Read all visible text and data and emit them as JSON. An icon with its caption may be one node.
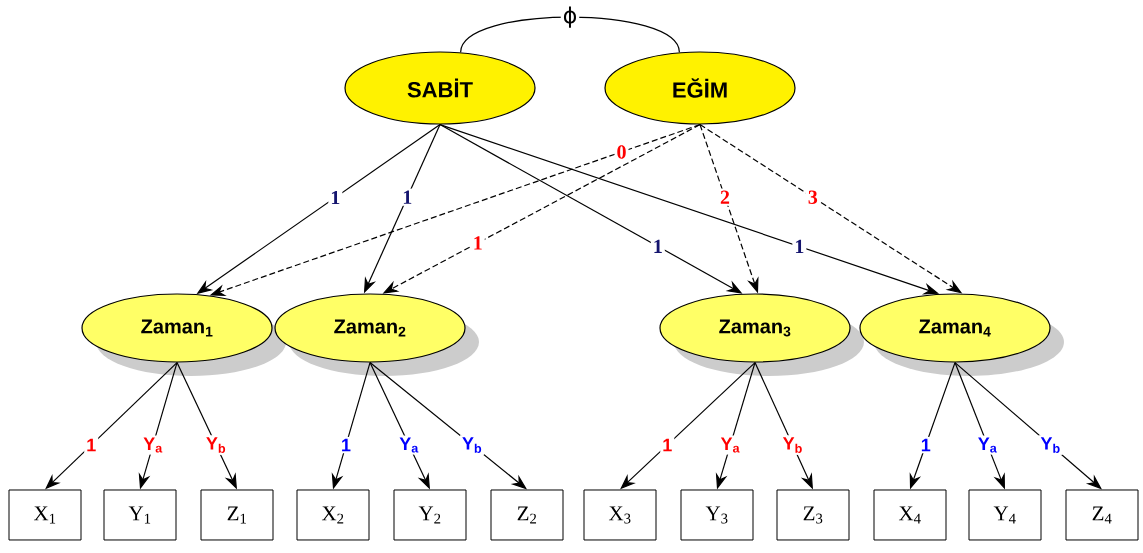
{
  "diagram": {
    "nodes": [
      {
        "text": [
          "SABİT"
        ]
      },
      {
        "text": [
          "EĞİM"
        ]
      },
      {
        "text": [
          "Zaman$_{1}$"
        ]
      },
      {
        "text": [
          "Zaman$_{2}$"
        ]
      },
      {
        "text": [
          "Zaman$_{3}$"
        ]
      },
      {
        "text": [
          "Zaman$_{4}$"
        ]
      },
      {
        "text": [
          "X$_{1}$"
        ]
      },
      {
        "text": [
          "Y$_{1}$"
        ]
      },
      {
        "text": [
          "Z$_{1}$"
        ]
      },
      {
        "text": [
          "X$_{2}$"
        ]
      },
      {
        "text": [
          "Y$_{2}$"
        ]
      },
      {
        "text": [
          "Z$_{2}$"
        ]
      },
      {
        "text": [
          "X$_{3}$"
        ]
      },
      {
        "text": [
          "Y$_{3}$"
        ]
      },
      {
        "text": [
          "Z$_{3}$"
        ]
      },
      {
        "text": [
          "X$_{4}$"
        ]
      },
      {
        "text": [
          "Y$_{4}$"
        ]
      },
      {
        "text": [
          "Z$_{4}$"
        ]
      }
    ],
    "edges": [
      {
        "from": 0,
        "to": 1,
        "arrow": "none",
        "label": "ϕ"
      },
      {
        "from": 0,
        "to": 2,
        "arrow": "to",
        "label": "1"
      },
      {
        "from": 0,
        "to": 3,
        "arrow": "to",
        "label": "1"
      },
      {
        "from": 0,
        "to": 4,
        "arrow": "to",
        "label": "1"
      },
      {
        "from": 0,
        "to": 5,
        "arrow": "to",
        "label": "1"
      },
      {
        "from": 1,
        "to": 2,
        "arrow": "to",
        "label": "0",
        "style": "dashed"
      },
      {
        "from": 1,
        "to": 3,
        "arrow": "to",
        "label": "1",
        "style": "dashed"
      },
      {
        "from": 1,
        "to": 4,
        "arrow": "to",
        "label": "2",
        "style": "dashed"
      },
      {
        "from": 1,
        "to": 5,
        "arrow": "to",
        "label": "3",
        "style": "dashed"
      },
      {
        "from": 2,
        "to": 6,
        "arrow": "to",
        "label": "1"
      },
      {
        "from": 2,
        "to": 7,
        "arrow": "to",
        "label": "Y$_{a}$"
      },
      {
        "from": 2,
        "to": 8,
        "arrow": "to",
        "label": "Y$_{b}$"
      },
      {
        "from": 3,
        "to": 9,
        "arrow": "to",
        "label": "1"
      },
      {
        "from": 3,
        "to": 10,
        "arrow": "to",
        "label": "Y$_{a}$"
      },
      {
        "from": 3,
        "to": 11,
        "arrow": "to",
        "label": "Y$_{b}$"
      },
      {
        "from": 4,
        "to": 12,
        "arrow": "to",
        "label": "1"
      },
      {
        "from": 4,
        "to": 13,
        "arrow": "to",
        "label": "Y$_{a}$"
      },
      {
        "from": 4,
        "to": 14,
        "arrow": "to",
        "label": "Y$_{b}$"
      },
      {
        "from": 5,
        "to": 15,
        "arrow": "to",
        "label": "1"
      },
      {
        "from": 5,
        "to": 16,
        "arrow": "to",
        "label": "Y$_{a}$"
      },
      {
        "from": 5,
        "to": 17,
        "arrow": "to",
        "label": "Y$_{b}$"
      }
    ]
  }
}
